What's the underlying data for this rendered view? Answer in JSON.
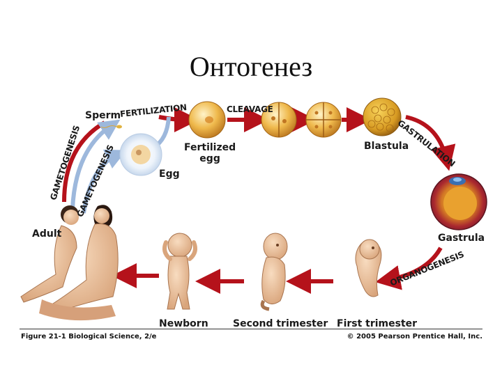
{
  "title": "Онтогенез",
  "stages": {
    "sperm": "Sperm",
    "egg": "Egg",
    "fertilized_egg": "Fertilized\negg",
    "blastula": "Blastula",
    "gastrula": "Gastrula",
    "first_trimester": "First trimester",
    "second_trimester": "Second trimester",
    "newborn": "Newborn",
    "adult": "Adult"
  },
  "processes": {
    "fertilization": "FERTILIZATION",
    "cleavage": "CLEAVAGE",
    "gastrulation": "GASTRULATION",
    "organogenesis": "ORGANOGENESIS",
    "gametogenesis_male": "GAMETOGENESIS",
    "gametogenesis_female": "GAMETOGENESIS"
  },
  "footer": {
    "left": "Figure 21-1  Biological Science, 2/e",
    "right": "© 2005 Pearson Prentice Hall, Inc."
  },
  "colors": {
    "cycle_arrow": "#b5121b",
    "gamete_arrow": "#9db8dc",
    "embryo": "#e7b34a"
  }
}
